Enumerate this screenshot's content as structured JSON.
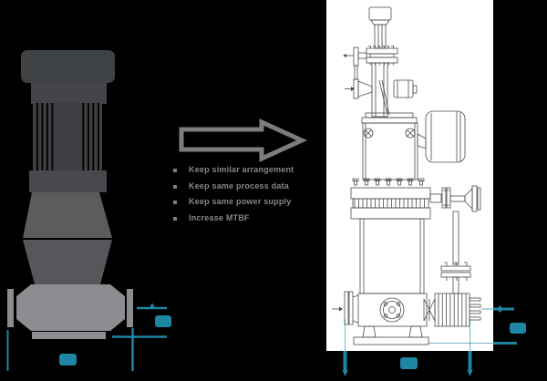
{
  "transformation": {
    "bullets": [
      "Keep similar arrangement",
      "Keep same process data",
      "Keep same power supply",
      "Increase MTBF"
    ]
  },
  "dimensions": {
    "left_pump": {
      "labels_redacted": 2
    },
    "right_pump": {
      "labels_redacted": 2
    }
  },
  "colors": {
    "background": "#000000",
    "panel": "#ffffff",
    "accent_teal": "#1e85a4",
    "silhouette_dark": "#3f4245",
    "silhouette_mid": "#58595c",
    "silhouette_light": "#8b8d90",
    "arrow_gray": "#7d7d7d",
    "drawing_line": "#4b4b4b",
    "bullet_text": "#878787"
  }
}
